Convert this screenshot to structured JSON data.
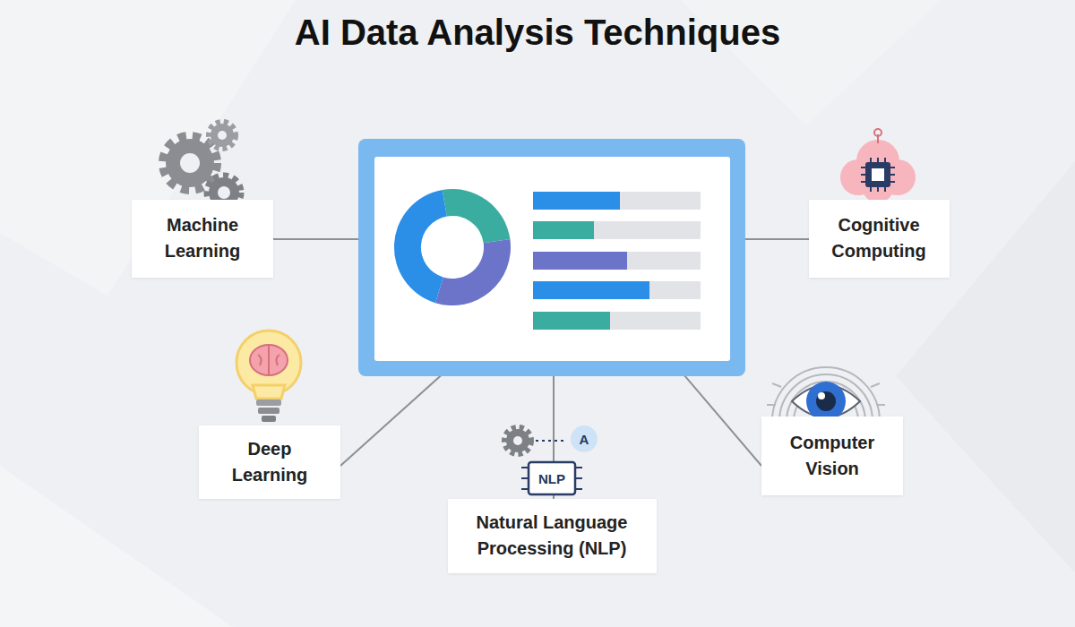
{
  "diagram": {
    "title": "AI Data Analysis Techniques",
    "nodes": [
      {
        "text": [
          "Machine Learning"
        ]
      },
      {
        "text": [
          "Cognitive Computing"
        ]
      },
      {
        "text": [
          "Deep Learning"
        ]
      },
      {
        "text": [
          "Computer Vision"
        ]
      },
      {
        "text": [
          "Natural Language Processing (NLP)"
        ]
      }
    ],
    "labels": [
      "NLP",
      "A"
    ]
  }
}
